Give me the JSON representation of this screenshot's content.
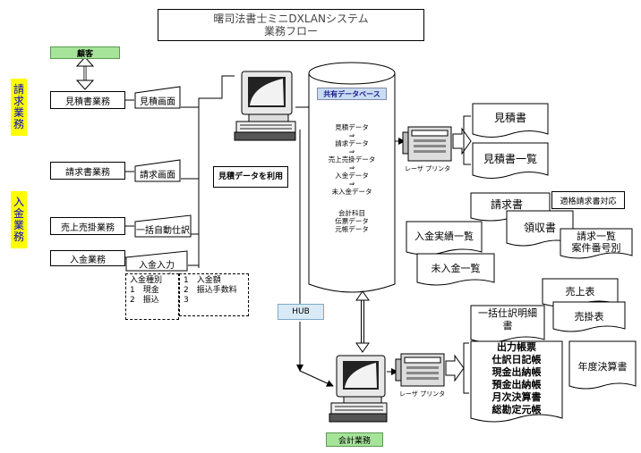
{
  "title": {
    "line1": "曙司法書士ミニDXLANシステム",
    "line2": "業務フロー"
  },
  "left": {
    "billing_label": [
      "請",
      "求",
      "業",
      "務"
    ],
    "payment_label": [
      "入",
      "金",
      "業",
      "務"
    ],
    "customer": "顧客",
    "tasks": [
      "見積書業務",
      "請求書業務",
      "売上売掛業務",
      "入金業務"
    ],
    "screens": [
      "見積画面",
      "請求画面",
      "一括自動仕訳",
      "入金入力"
    ]
  },
  "estimate_use": "見積データを利用",
  "payment_type": {
    "title": "入金種別",
    "items": [
      "1　現金",
      "2　振込"
    ]
  },
  "payment_amount": {
    "items": [
      "1　入金額",
      "2　振込手数料",
      "3"
    ]
  },
  "hub_label": "HUB",
  "database": {
    "header": "共有データベース",
    "items": [
      "見積データ",
      "⇒",
      "請求データ",
      "⇒",
      "売上売掛データ",
      "⇒",
      "入金データ",
      "⇒",
      "未入金データ"
    ],
    "items2": [
      "会計科目",
      "伝票データ",
      "元帳データ"
    ]
  },
  "printer_label": "レーザ プリンタ",
  "outputs_top": [
    "見積書",
    "見積書一覧"
  ],
  "outputs_mid": {
    "invoice": "請求書",
    "qualified": "適格請求書対応",
    "receipt": "領収書",
    "invoice_list": [
      "請求一覧",
      "案件番号別"
    ],
    "payment_record": "入金実績一覧",
    "unpaid": "未入金一覧"
  },
  "outputs_bottom": {
    "journal": [
      "一括仕訳明細",
      "書"
    ],
    "sales": "売上表",
    "receivable": "売掛表",
    "reports": [
      "出力帳票",
      "仕訳日記帳",
      "現金出納帳",
      "預金出納帳",
      "月次決算書",
      "総勘定元帳"
    ],
    "annual": "年度決算書"
  },
  "accounting_label": "会計業務",
  "colors": {
    "yellow": "#ffff00",
    "green": "#a6e49a",
    "blue_text": "#0000cc",
    "hub": "#d8eaf6",
    "db_header": "#c8dcf2"
  }
}
